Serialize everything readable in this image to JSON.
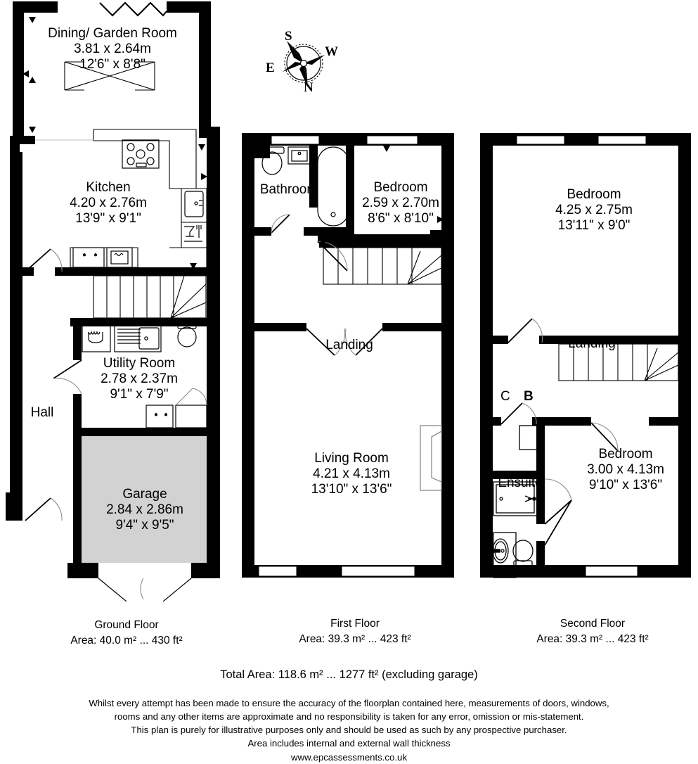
{
  "document": {
    "type": "floorplan",
    "website": "www.epcassessments.co.uk"
  },
  "compass": {
    "name": "compass-rose",
    "top": "S",
    "right": "W",
    "left": "E",
    "bottom": "N"
  },
  "floors": [
    {
      "id": "ground",
      "caption_title": "Ground Floor",
      "caption_area": "Area: 40.0 m² ... 430 ft²",
      "rooms": [
        {
          "name": "Dining/ Garden Room",
          "metric": "3.81 x 2.64m",
          "imperial": "12'6\" x 8'8\""
        },
        {
          "name": "Kitchen",
          "metric": "4.20 x 2.76m",
          "imperial": "13'9\" x 9'1\""
        },
        {
          "name": "Utility Room",
          "metric": "2.78 x 2.37m",
          "imperial": "9'1\" x 7'9\""
        },
        {
          "name": "Hall",
          "metric": "",
          "imperial": ""
        },
        {
          "name": "Garage",
          "metric": "2.84 x 2.86m",
          "imperial": "9'4\" x 9'5\""
        }
      ]
    },
    {
      "id": "first",
      "caption_title": "First Floor",
      "caption_area": "Area: 39.3 m² ... 423 ft²",
      "rooms": [
        {
          "name": "Bathroom",
          "metric": "",
          "imperial": ""
        },
        {
          "name": "Bedroom",
          "metric": "2.59 x 2.70m",
          "imperial": "8'6\" x 8'10\""
        },
        {
          "name": "Landing",
          "metric": "",
          "imperial": ""
        },
        {
          "name": "Living Room",
          "metric": "4.21 x 4.13m",
          "imperial": "13'10\" x 13'6\""
        }
      ]
    },
    {
      "id": "second",
      "caption_title": "Second Floor",
      "caption_area": "Area: 39.3 m² ... 423 ft²",
      "rooms": [
        {
          "name": "Bedroom",
          "metric": "4.25 x 2.75m",
          "imperial": "13'11\" x 9'0\""
        },
        {
          "name": "Landing",
          "metric": "",
          "imperial": ""
        },
        {
          "name": "Bedroom",
          "metric": "3.00 x 4.13m",
          "imperial": "9'10\" x 13'6\""
        },
        {
          "name": "Ensuite",
          "metric": "",
          "imperial": ""
        }
      ],
      "cupboard_label": "C",
      "boiler_label": "B"
    }
  ],
  "summary": {
    "total_area": "Total Area: 118.6 m² ... 1277 ft² (excluding garage)"
  },
  "disclaimer": {
    "line1": "Whilst every attempt has been made to ensure the accuracy of the floorplan contained here, measurements of doors, windows,",
    "line2": "rooms and any other items are approximate and no responsibility is taken for any error, omission or mis-statement.",
    "line3": "This plan is purely for illustrative purposes only and should be used as such by any prospective purchaser.",
    "line4": "Area includes internal and external wall thickness",
    "line5": "www.epcassessments.co.uk"
  },
  "colors": {
    "wall": "#000000",
    "background": "#ffffff",
    "garage_fill": "#d2d2d2",
    "fixture_stroke": "#6d6d6d"
  }
}
